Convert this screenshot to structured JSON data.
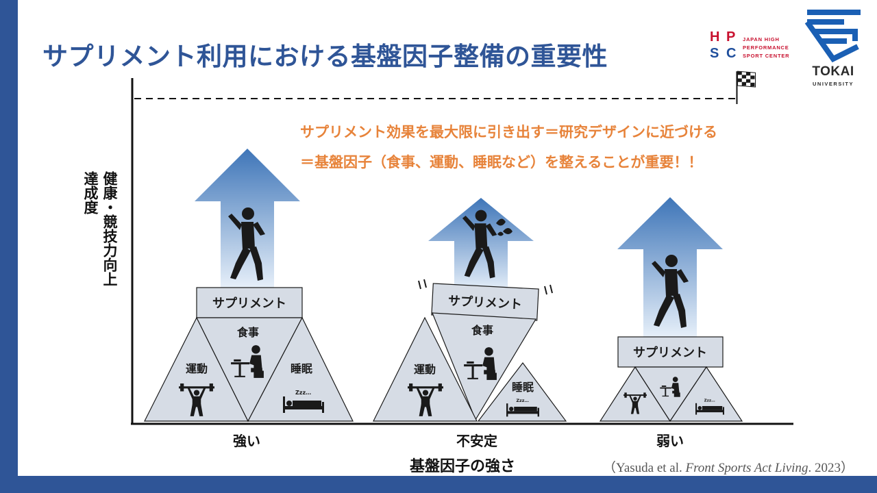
{
  "slide": {
    "title": "サプリメント利用における基盤因子整備の重要性",
    "message_line1": "サプリメント効果を最大限に引き出す＝研究デザインに近づける",
    "message_line2": "＝基盤因子（食事、運動、睡眠など）を整えることが重要！！",
    "y_axis_label_line1": "健康・競技力向上",
    "y_axis_label_line2": "達成度",
    "x_axis_label": "基盤因子の強さ",
    "citation_prefix": "（Yasuda et al. ",
    "citation_journal": "Front Sports Act Living",
    "citation_suffix": ". 2023）"
  },
  "logos": {
    "hpsc_letters": [
      "H",
      "P",
      "S",
      "C"
    ],
    "hpsc_text": [
      "JAPAN HIGH",
      "PERFORMANCE",
      "SPORT CENTER"
    ],
    "tokai_name": "TOKAI",
    "tokai_sub": "UNIVERSITY"
  },
  "groups": [
    {
      "category": "強い",
      "supplement_label": "サプリメント",
      "factor_labels": {
        "meal": "食事",
        "exercise": "運動",
        "sleep": "睡眠"
      },
      "stability": "stable",
      "foundation_size": "large"
    },
    {
      "category": "不安定",
      "supplement_label": "サプリメント",
      "factor_labels": {
        "meal": "食事",
        "exercise": "運動",
        "sleep": "睡眠"
      },
      "stability": "unstable",
      "foundation_size": "uneven"
    },
    {
      "category": "弱い",
      "supplement_label": "サプリメント",
      "factor_labels": {
        "meal": "",
        "exercise": "",
        "sleep": ""
      },
      "stability": "stable",
      "foundation_size": "small"
    }
  ],
  "colors": {
    "frame_blue": "#2f5597",
    "title_blue": "#2f5597",
    "message_orange": "#e7833a",
    "triangle_fill": "#d6dce5",
    "arrow_top": "#3e75b8",
    "arrow_bottom": "#e6eff9",
    "hpsc_red": "#c8102e",
    "hpsc_blue": "#1f4e9c",
    "tokai_blue": "#1a5fb4",
    "figure": "#1a1a1a"
  },
  "icons": {
    "person": "jumping-person-icon",
    "goal": "checkered-flag-icon",
    "meal": "eating-person-icon",
    "exercise": "weightlifter-icon",
    "sleep": "sleeping-person-icon",
    "sweat": "sweat-drops-icon",
    "shake": "shake-marks-icon"
  }
}
